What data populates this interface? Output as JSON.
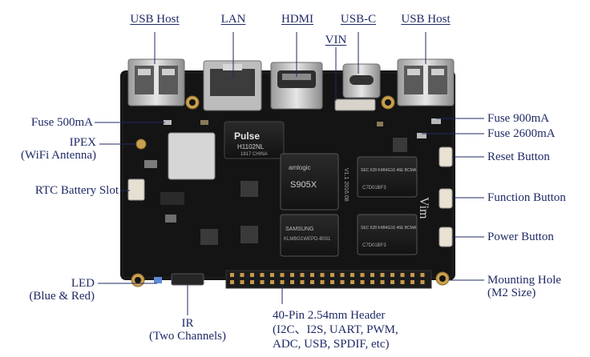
{
  "labels": {
    "usb_host_left": "USB Host",
    "lan": "LAN",
    "hdmi": "HDMI",
    "usb_c": "USB-C",
    "vin": "VIN",
    "usb_host_right": "USB Host",
    "fuse_500": "Fuse 500mA",
    "ipex_1": "IPEX",
    "ipex_2": "(WiFi Antenna)",
    "rtc": "RTC Battery Slot",
    "led_1": "LED",
    "led_2": "(Blue & Red)",
    "ir_1": "IR",
    "ir_2": "(Two Channels)",
    "header_1": "40-Pin 2.54mm Header",
    "header_2": "(I2C、I2S, UART, PWM,",
    "header_3": "ADC, USB, SPDIF, etc)",
    "fuse_900": "Fuse 900mA",
    "fuse_2600": "Fuse 2600mA",
    "reset": "Reset Button",
    "function": "Function Button",
    "power": "Power Button",
    "mount_1": "Mounting Hole",
    "mount_2": "(M2 Size)"
  },
  "board_markings": {
    "pulse_brand": "Pulse",
    "pulse_part": "H1102NL",
    "pulse_origin": "1817 CHINA",
    "soc_brand": "amlogic",
    "soc_model": "S905X",
    "version": "V1.1 2016.08",
    "vim": "Vim",
    "emmc_brand": "SAMSUNG",
    "emmc_part": "KLMBG1WEPD-B031",
    "ram_part": "SEC 628 K4B4G16 46E BCMA",
    "ram_code": "C7D01BF3"
  },
  "colors": {
    "label_text": "#1f2a66",
    "leader_line": "#1f2a66",
    "pcb": "#141414",
    "header_gold": "#c79a4a"
  }
}
